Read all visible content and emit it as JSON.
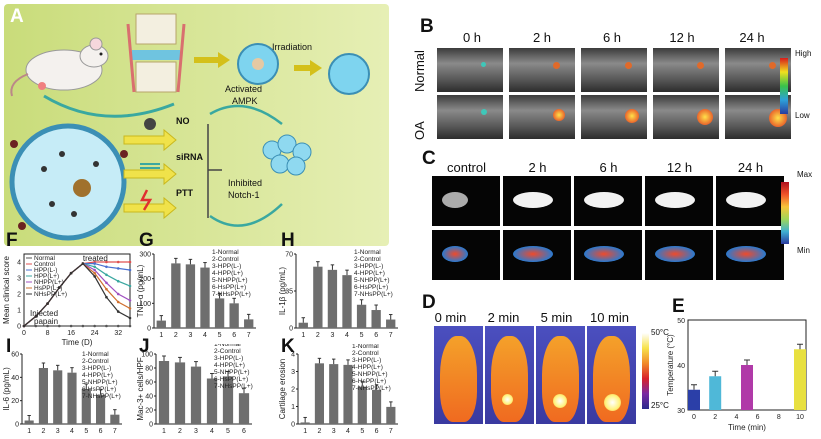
{
  "panel_labels": {
    "a": "A",
    "b": "B",
    "c": "C",
    "d": "D",
    "e": "E",
    "f": "F",
    "g": "G",
    "h": "H",
    "i": "I",
    "j": "J",
    "k": "K"
  },
  "panel_a": {
    "irradiation": "Irradiation",
    "activated": "Activated",
    "ampk": "AMPK",
    "no": "NO",
    "sirna": "siRNA",
    "ptt": "PTT",
    "inhibited": "Inhibited",
    "notch": "Notch-1"
  },
  "panel_b": {
    "times": [
      "0 h",
      "2 h",
      "6 h",
      "12 h",
      "24 h"
    ],
    "rows": [
      "Normal",
      "OA"
    ],
    "scale_high": "High",
    "scale_low": "Low"
  },
  "panel_c": {
    "times": [
      "control",
      "2 h",
      "6 h",
      "12 h",
      "24 h"
    ],
    "scale_max": "Max",
    "scale_min": "Min"
  },
  "panel_d": {
    "times": [
      "0 min",
      "2 min",
      "5 min",
      "10 min"
    ],
    "scale_top": "50°C",
    "scale_bottom": "25°C"
  },
  "legend_groups": [
    "1-Normal",
    "2-Control",
    "3-HPP(L-)",
    "4-HPP(L+)",
    "5-NHPP(L+)",
    "6-HsPP(L+)",
    "7-NHsPP(L+)"
  ],
  "legend_f": [
    "Normal",
    "Control",
    "HPP(L-)",
    "HPP(L+)",
    "NHPP(L+)",
    "HsPP(L+)",
    "NHsPP(L+)"
  ],
  "colors": {
    "bar": "#6e6e6e",
    "f_series": [
      "#555555",
      "#e05050",
      "#4a6fd0",
      "#3aa7a0",
      "#a050c0",
      "#d07030",
      "#333333"
    ]
  },
  "chart_data": [
    {
      "id": "F",
      "type": "line",
      "title": "",
      "xlabel": "Time (D)",
      "ylabel": "Mean clinical score",
      "x": [
        0,
        4,
        8,
        12,
        16,
        20,
        24,
        28,
        32,
        36
      ],
      "xticks": [
        "0",
        "8",
        "16",
        "24",
        "32"
      ],
      "yticks": [
        "0",
        "1",
        "2",
        "3",
        "4"
      ],
      "ylim": [
        0,
        4.5
      ],
      "xlim": [
        0,
        36
      ],
      "annotations": [
        "treated",
        "Injected papain"
      ],
      "series": [
        {
          "name": "Normal",
          "values": [
            0,
            0,
            0,
            0,
            0,
            0,
            0,
            0,
            0,
            0
          ]
        },
        {
          "name": "Control",
          "values": [
            0,
            0.6,
            1.4,
            2.4,
            3.3,
            3.9,
            4,
            4,
            4,
            4
          ]
        },
        {
          "name": "HPP(L-)",
          "values": [
            0,
            0.6,
            1.4,
            2.4,
            3.3,
            3.9,
            3.9,
            3.7,
            3.6,
            3.5
          ]
        },
        {
          "name": "HPP(L+)",
          "values": [
            0,
            0.6,
            1.4,
            2.4,
            3.3,
            3.9,
            3.7,
            3.2,
            2.8,
            2.5
          ]
        },
        {
          "name": "NHPP(L+)",
          "values": [
            0,
            0.6,
            1.4,
            2.4,
            3.3,
            3.9,
            3.5,
            2.7,
            2.0,
            1.6
          ]
        },
        {
          "name": "HsPP(L+)",
          "values": [
            0,
            0.6,
            1.4,
            2.4,
            3.3,
            3.9,
            3.3,
            2.3,
            1.5,
            1.1
          ]
        },
        {
          "name": "NHsPP(L+)",
          "values": [
            0,
            0.6,
            1.4,
            2.4,
            3.3,
            3.9,
            3.1,
            1.8,
            0.9,
            0.5
          ]
        }
      ]
    },
    {
      "id": "G",
      "type": "bar",
      "ylabel": "TNF-α (pg/mL)",
      "categories": [
        "1",
        "2",
        "3",
        "4",
        "5",
        "6",
        "7"
      ],
      "values": [
        30,
        262,
        258,
        245,
        120,
        100,
        35
      ],
      "ylim": [
        0,
        300
      ],
      "yticks": [
        "0",
        "100",
        "200",
        "300"
      ]
    },
    {
      "id": "H",
      "type": "bar",
      "ylabel": "IL-1β (pg/mL)",
      "categories": [
        "1",
        "2",
        "3",
        "4",
        "5",
        "6",
        "7"
      ],
      "values": [
        5,
        58,
        55,
        50,
        22,
        17,
        8
      ],
      "ylim": [
        0,
        70
      ],
      "yticks": [
        "0",
        "35",
        "70"
      ]
    },
    {
      "id": "I",
      "type": "bar",
      "ylabel": "IL-6 (pg/mL)",
      "categories": [
        "1",
        "2",
        "3",
        "4",
        "5",
        "6",
        "7"
      ],
      "values": [
        3,
        48,
        46,
        44,
        30,
        25,
        8
      ],
      "ylim": [
        0,
        60
      ],
      "yticks": [
        "0",
        "20",
        "40",
        "60"
      ]
    },
    {
      "id": "J",
      "type": "bar",
      "ylabel": "Mac-3+ cells/HPF",
      "categories": [
        "1",
        "2",
        "3",
        "4",
        "5",
        "6"
      ],
      "values": [
        90,
        88,
        82,
        65,
        68,
        44
      ],
      "ylim": [
        0,
        100
      ],
      "yticks": [
        "0",
        "20",
        "40",
        "60",
        "80",
        "100"
      ]
    },
    {
      "id": "K",
      "type": "bar",
      "ylabel": "Cartilage erosion",
      "categories": [
        "1",
        "2",
        "3",
        "4",
        "5",
        "6",
        "7"
      ],
      "values": [
        0.1,
        3.9,
        3.85,
        3.8,
        2.4,
        2.2,
        1.1
      ],
      "ylim": [
        0,
        4.5
      ],
      "yticks": [
        "0",
        "1",
        "2",
        "3",
        "4"
      ]
    },
    {
      "id": "E",
      "type": "bar",
      "ylabel": "Temperature (°C)",
      "xlabel": "Time (min)",
      "x": [
        0,
        2,
        5,
        10
      ],
      "values": [
        34.5,
        37.5,
        40,
        43.5
      ],
      "colors": [
        "#2b3fa8",
        "#4fb8d8",
        "#b03aa8",
        "#e8e040"
      ],
      "ylim": [
        30,
        50
      ],
      "yticks": [
        "30",
        "40",
        "50"
      ],
      "xticks": [
        "0",
        "2",
        "4",
        "6",
        "8",
        "10"
      ]
    }
  ]
}
